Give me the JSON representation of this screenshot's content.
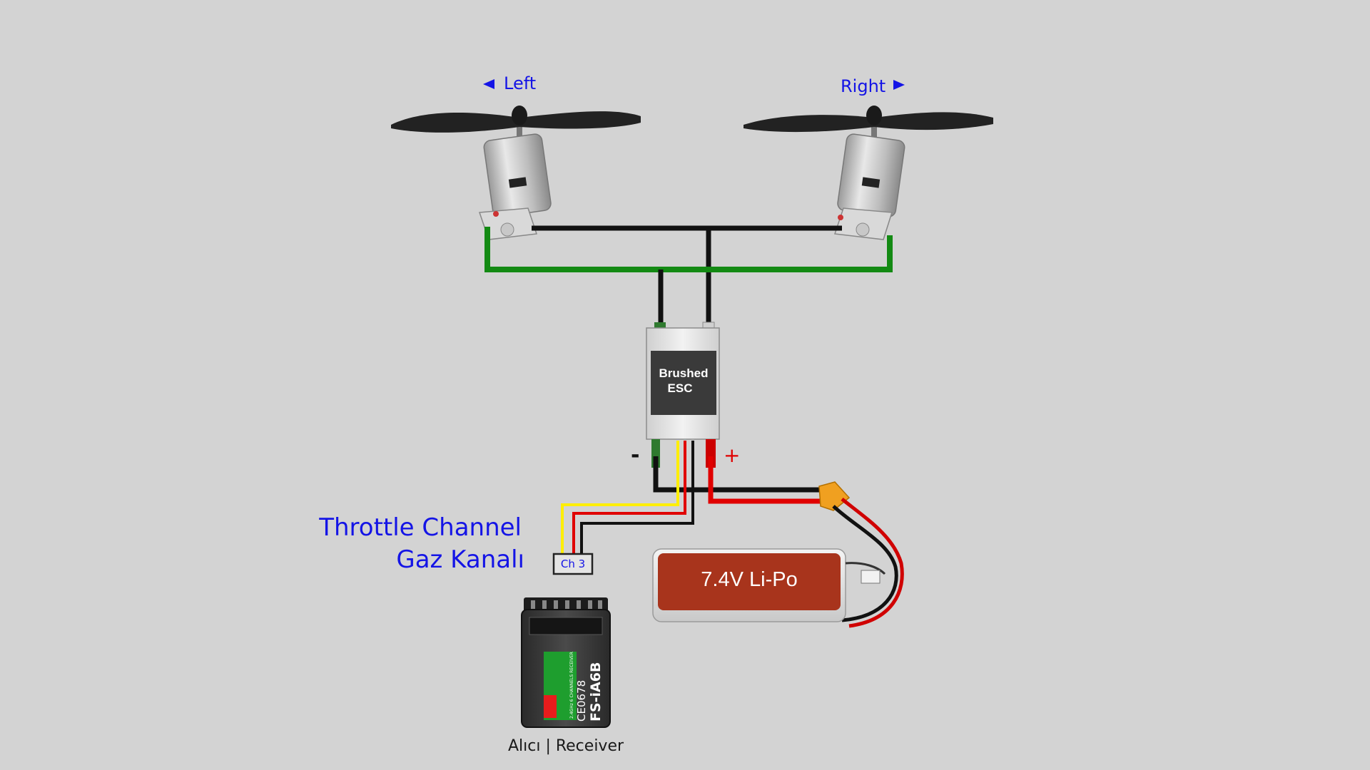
{
  "labels": {
    "left": "Left",
    "right": "Right",
    "esc_line1": "Brushed",
    "esc_line2": "ESC",
    "minus": "-",
    "plus": "+",
    "throttle_line1": "Throttle Channel",
    "throttle_line2": "Gaz Kanalı",
    "channel": "Ch 3",
    "battery": "7.4V Li-Po",
    "receiver": "Alıcı | Receiver",
    "receiver_model": "FS-iA6B",
    "receiver_ce": "CE0678",
    "receiver_desc": "2.4GHz 6 CHANNELS RECEIVER"
  },
  "icons": {
    "left_arrow": "left-triangle-arrow",
    "right_arrow": "right-triangle-arrow"
  },
  "colors": {
    "background": "#d3d3d3",
    "label_blue": "#1414e6",
    "wire_black": "#111111",
    "wire_green": "#138a13",
    "wire_red": "#e00000",
    "wire_yellow": "#ffee00",
    "battery_body": "#a8341c",
    "connector": "#f0a020",
    "esc_panel": "#3a3a3a"
  }
}
